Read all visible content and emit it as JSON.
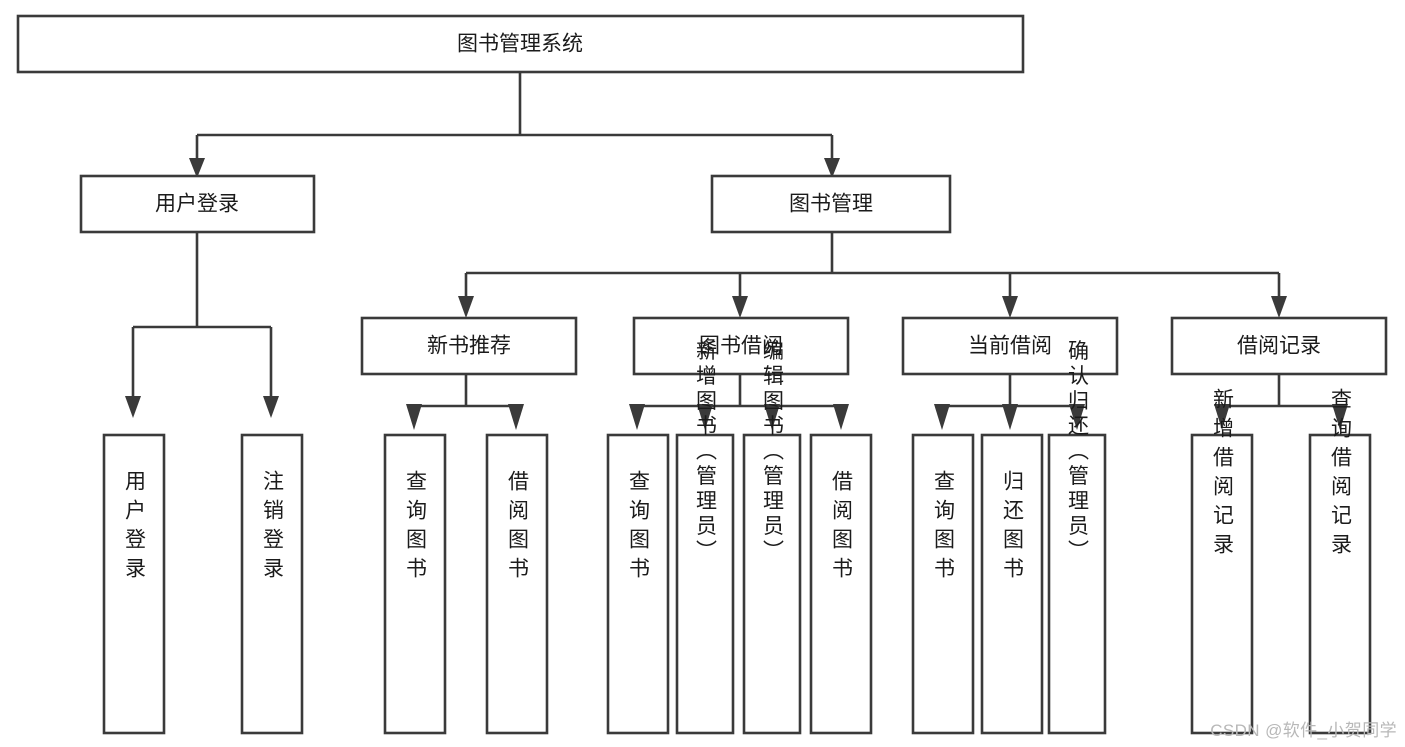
{
  "diagram": {
    "title": "图书管理系统",
    "type": "tree-hierarchy-flowchart",
    "root": {
      "label": "图书管理系统"
    },
    "level2": [
      {
        "label": "用户登录"
      },
      {
        "label": "图书管理"
      }
    ],
    "level3": [
      {
        "label": "新书推荐"
      },
      {
        "label": "图书借阅"
      },
      {
        "label": "当前借阅"
      },
      {
        "label": "借阅记录"
      }
    ],
    "leaves": {
      "user_login": [
        {
          "label": "用户登录"
        },
        {
          "label": "注销登录"
        }
      ],
      "new_book_recommend": [
        {
          "label": "查询图书"
        },
        {
          "label": "借阅图书"
        }
      ],
      "book_borrow": [
        {
          "label": "查询图书"
        },
        {
          "label": "新增图书（管理员）"
        },
        {
          "label": "编辑图书（管理员）"
        },
        {
          "label": "借阅图书"
        }
      ],
      "current_borrow": [
        {
          "label": "查询图书"
        },
        {
          "label": "归还图书"
        },
        {
          "label": "确认归还（管理员）"
        }
      ],
      "borrow_record": [
        {
          "label": "新增借阅记录"
        },
        {
          "label": "查询借阅记录"
        }
      ]
    }
  },
  "watermark": {
    "text": "CSDN @软件_小贺同学"
  },
  "colors": {
    "box_stroke": "#3a3a3a",
    "box_fill": "#ffffff",
    "text": "#1b1b1b",
    "watermark": "#b8b8b8",
    "background": "#ffffff"
  }
}
